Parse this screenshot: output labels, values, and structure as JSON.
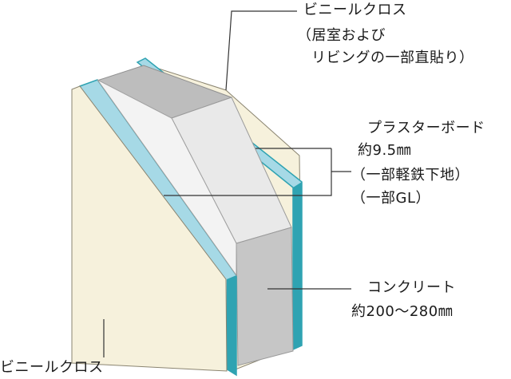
{
  "labels": {
    "vinyl_cross_top": "ビニールクロス",
    "vinyl_cross_top_note1": "（居室および",
    "vinyl_cross_top_note2": "リビングの一部直貼り）",
    "plaster_board": "プラスターボード",
    "plaster_board_thickness": "約9.5㎜",
    "plaster_board_note1": "（一部軽鉄下地）",
    "plaster_board_note2": "（一部GL）",
    "concrete": "コンクリート",
    "concrete_thickness": "約200〜280㎜",
    "vinyl_cross_bottom": "ビニールクロス"
  },
  "colors": {
    "vinyl_cross": "#f6f1dc",
    "plaster_board": "#a6d9e6",
    "board_edge": "#2fa3b2",
    "concrete_light": "#eeeeee",
    "concrete_mid": "#c9c9c9",
    "concrete_dark": "#a9a9a9",
    "leader_line": "#333333"
  }
}
